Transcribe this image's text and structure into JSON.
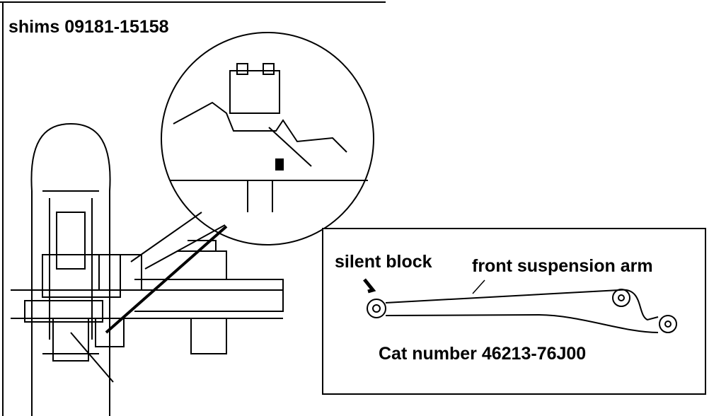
{
  "title": "shims 09181-15158",
  "inset": {
    "silent_block_label": "silent block",
    "arm_label": "front suspension arm",
    "cat_number_label": "Cat number 46213-76J00"
  }
}
